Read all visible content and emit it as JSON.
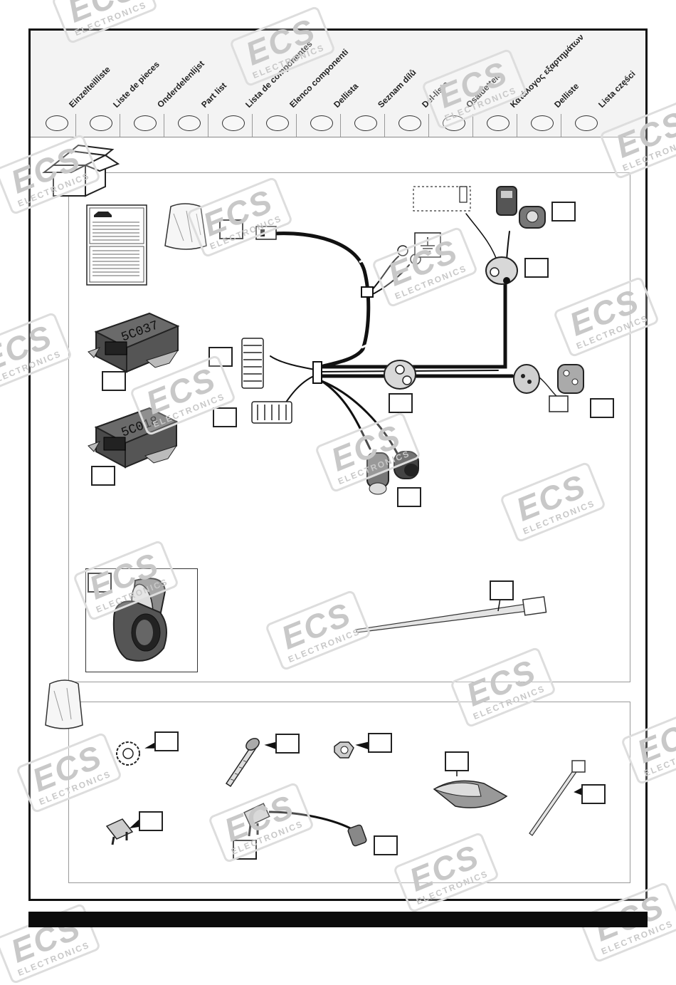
{
  "header": {
    "tabs": [
      {
        "label": "Einzelteilliste"
      },
      {
        "label": "Liste de pieces"
      },
      {
        "label": "Onderdelenlijst"
      },
      {
        "label": "Part list"
      },
      {
        "label": "Lista de componentes"
      },
      {
        "label": "Elenco componenti"
      },
      {
        "label": "Dellista"
      },
      {
        "label": "Seznam dílů"
      },
      {
        "label": "Del-liste"
      },
      {
        "label": "Osaluettelo"
      },
      {
        "label": "Κατάλογος εξαρτημάτων"
      },
      {
        "label": "Delliste"
      },
      {
        "label": "Lista części"
      }
    ]
  },
  "modules": {
    "module_a_label": "5C037",
    "module_b_label": "5C018"
  },
  "watermark": {
    "brand": "ECS",
    "sub": "ELECTRONICS"
  },
  "colors": {
    "frame": "#111111",
    "bar": "#0c0c0c",
    "header_bg": "#f3f3f3",
    "watermark": "#c8c8c8"
  }
}
